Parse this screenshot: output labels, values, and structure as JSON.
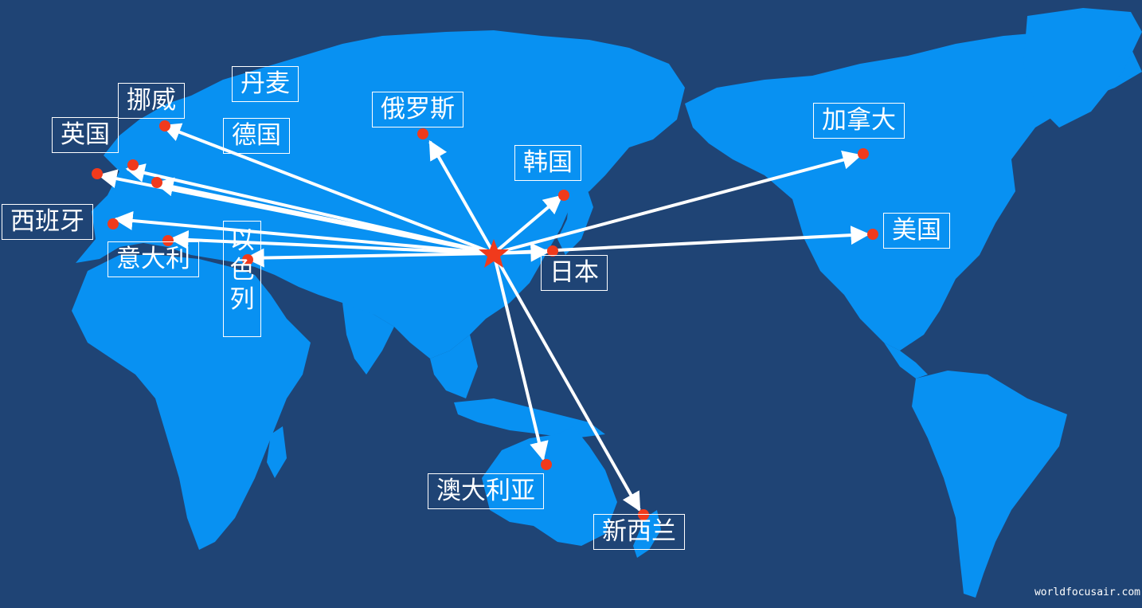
{
  "colors": {
    "ocean": "#1f4475",
    "land": "#0891f2",
    "arrow": "#ffffff",
    "dot": "#f03a1c",
    "star": "#f03a1c",
    "label_border": "#ffffff"
  },
  "origin": {
    "name": "origin-star"
  },
  "destinations": [
    {
      "id": "norway",
      "label": "挪威"
    },
    {
      "id": "denmark",
      "label": "丹麦"
    },
    {
      "id": "uk",
      "label": "英国"
    },
    {
      "id": "germany",
      "label": "德国"
    },
    {
      "id": "russia",
      "label": "俄罗斯"
    },
    {
      "id": "korea",
      "label": "韩国"
    },
    {
      "id": "canada",
      "label": "加拿大"
    },
    {
      "id": "spain",
      "label": "西班牙"
    },
    {
      "id": "italy",
      "label": "意大利"
    },
    {
      "id": "israel",
      "label": "以色列"
    },
    {
      "id": "japan",
      "label": "日本"
    },
    {
      "id": "usa",
      "label": "美国"
    },
    {
      "id": "australia",
      "label": "澳大利亚"
    },
    {
      "id": "newzealand",
      "label": "新西兰"
    }
  ],
  "credit": "worldfocusair.com"
}
